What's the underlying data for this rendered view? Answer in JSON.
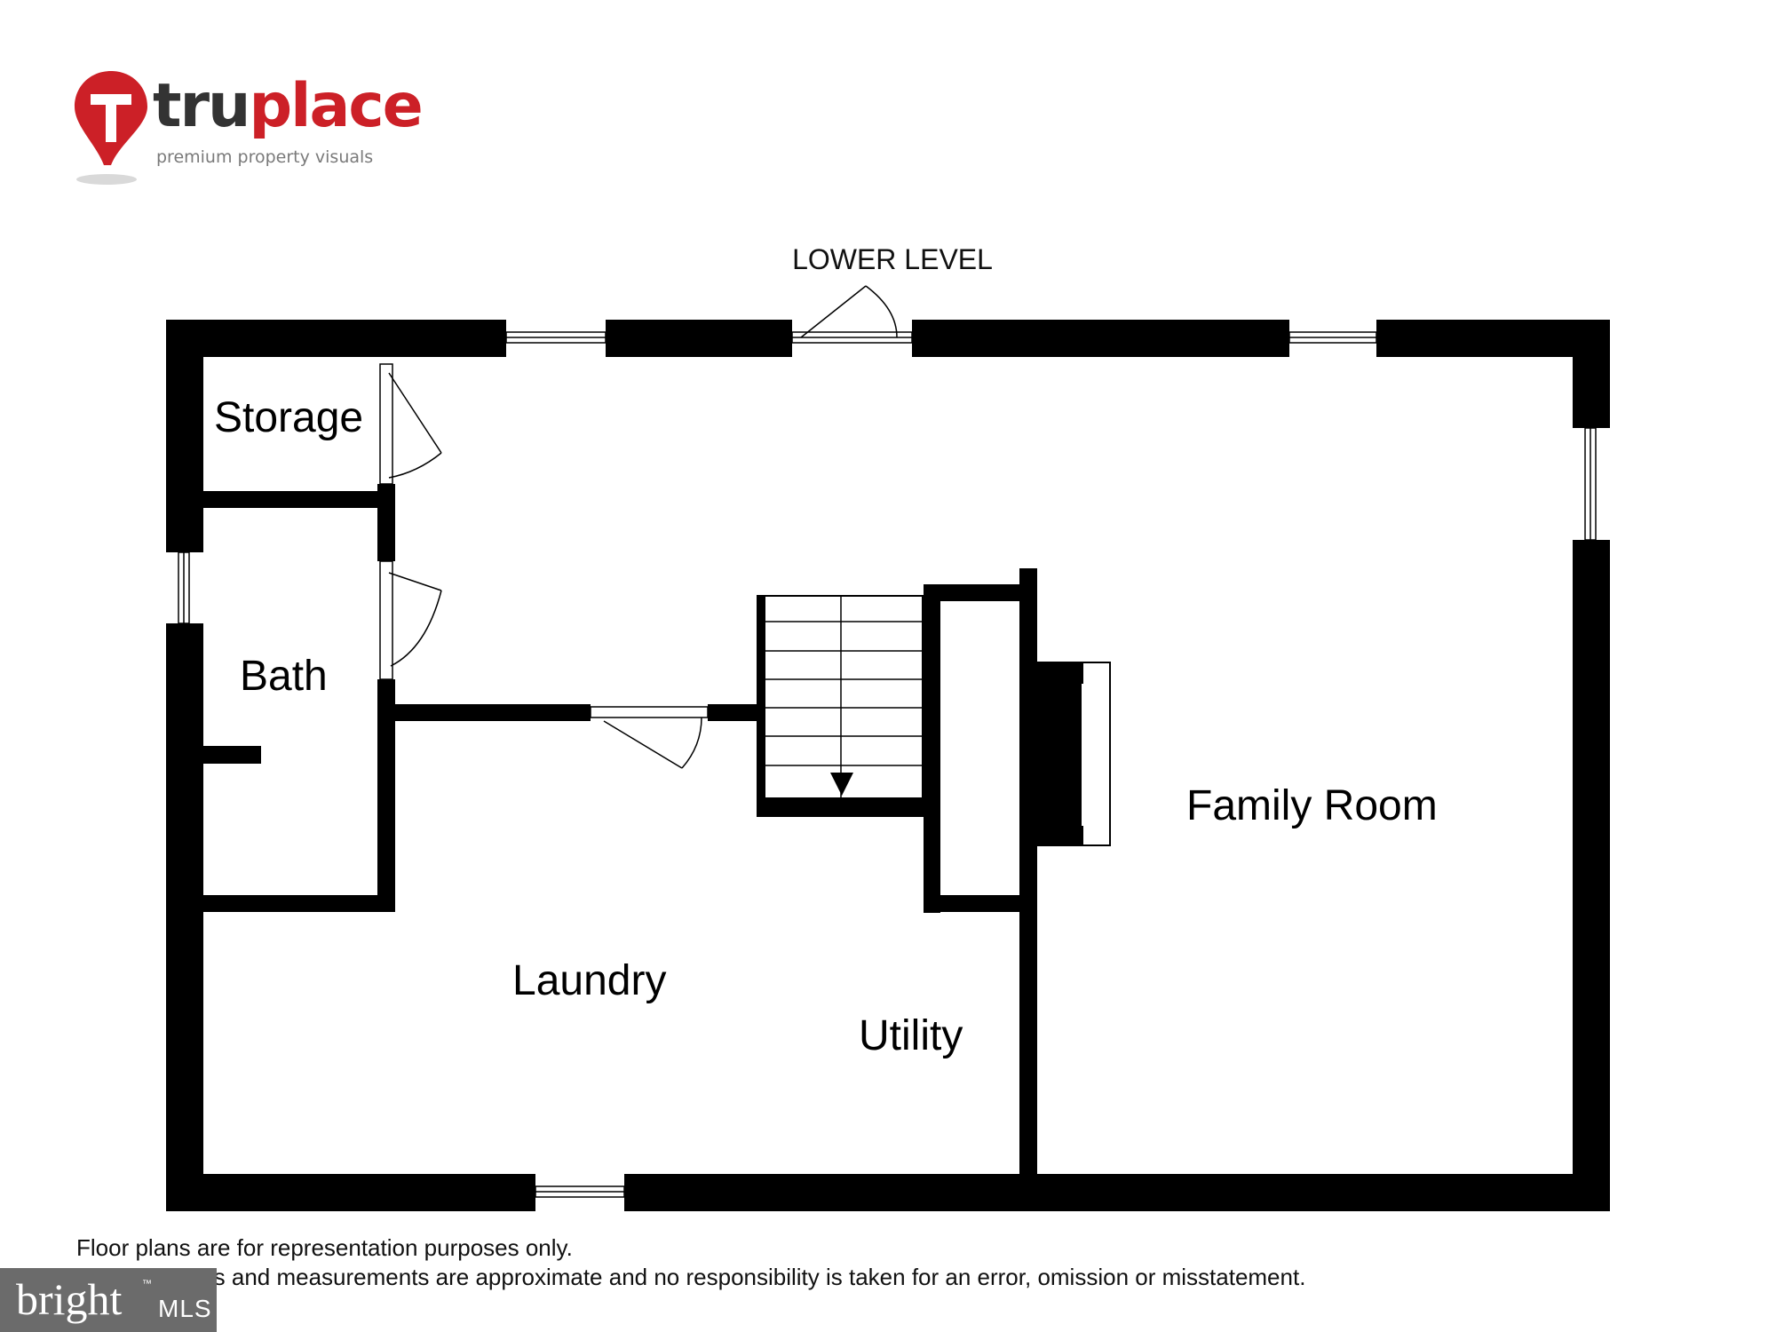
{
  "logo": {
    "brand_part1": "tru",
    "brand_part2": "place",
    "tagline": "premium property visuals",
    "colors": {
      "primary": "#cc2027",
      "dark": "#333333"
    }
  },
  "plan": {
    "level_title": "LOWER LEVEL",
    "rooms": [
      "Storage",
      "Bath",
      "Laundry",
      "Utility",
      "Family Room"
    ]
  },
  "disclaimer": {
    "line1": "Floor plans are for representation purposes only.",
    "line2": "All dimensions and measurements are approximate and no responsibility is taken for an error, omission or misstatement."
  },
  "badge": {
    "word": "bright",
    "tm": "™",
    "suffix": "MLS"
  }
}
